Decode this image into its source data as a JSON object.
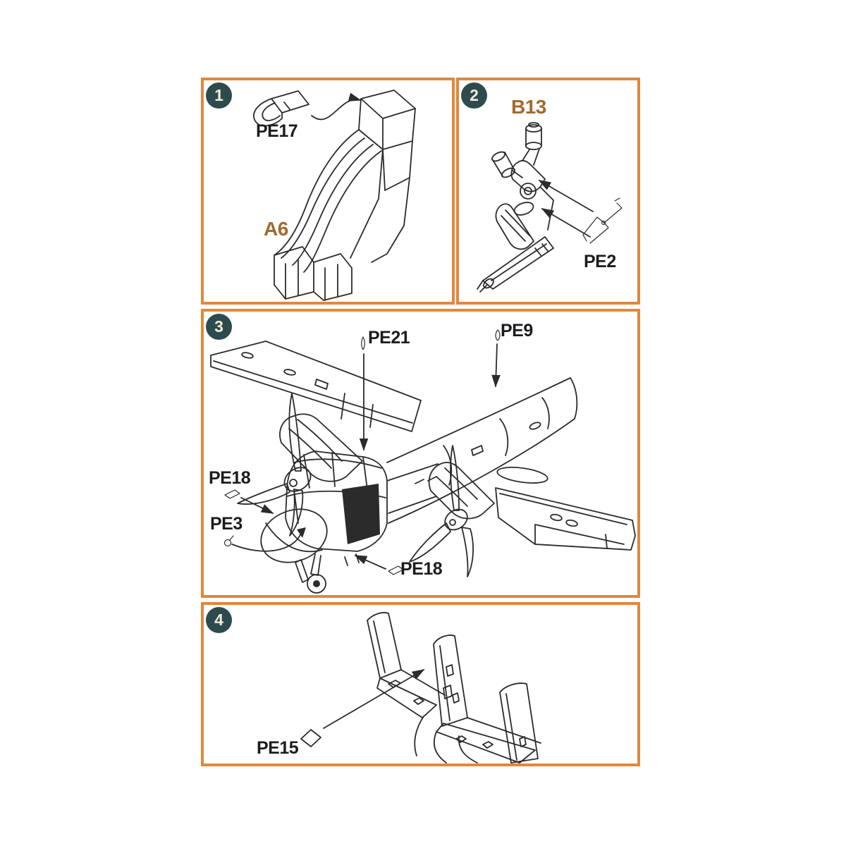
{
  "document": {
    "kind": "scale-model assembly instruction sheet",
    "steps": [
      "1",
      "2",
      "3",
      "4"
    ]
  },
  "style": {
    "border_color": "#E2873B",
    "badge_bg": "#2D4B4E",
    "badge_text": "#F2ECD6",
    "label_color": "#1C1C1E",
    "highlight_color": "#A5682C",
    "line_color": "#2B2B2B",
    "page_bg": "#FFFFFF"
  },
  "icons": {
    "step_badge": "dark-circle-with-number",
    "assembly_arrow": "black-line-arrow",
    "pe_part_glyphs": [
      "pe17-loop-part",
      "pe21-pin-part",
      "pe9-pin-part",
      "pe18-plate-part",
      "pe3-ring-part",
      "pe15-diamond-plate-part",
      "pe2-bracket-part"
    ]
  },
  "panels": [
    {
      "number": "1",
      "drawing": "ejection-seat",
      "labels": [
        {
          "text": "PE17",
          "highlight": false
        },
        {
          "text": "A6",
          "highlight": true
        }
      ]
    },
    {
      "number": "2",
      "drawing": "landing-gear-leg",
      "labels": [
        {
          "text": "B13",
          "highlight": true
        },
        {
          "text": "PE2",
          "highlight": false
        }
      ]
    },
    {
      "number": "3",
      "drawing": "aircraft-fuselage-three-quarter-view",
      "labels": [
        {
          "text": "PE21",
          "highlight": false
        },
        {
          "text": "PE9",
          "highlight": false
        },
        {
          "text": "PE18",
          "highlight": false
        },
        {
          "text": "PE3",
          "highlight": false
        },
        {
          "text": "PE18",
          "highlight": false
        }
      ]
    },
    {
      "number": "4",
      "drawing": "triple-fin-tail-assembly",
      "labels": [
        {
          "text": "PE15",
          "highlight": false
        }
      ]
    }
  ]
}
